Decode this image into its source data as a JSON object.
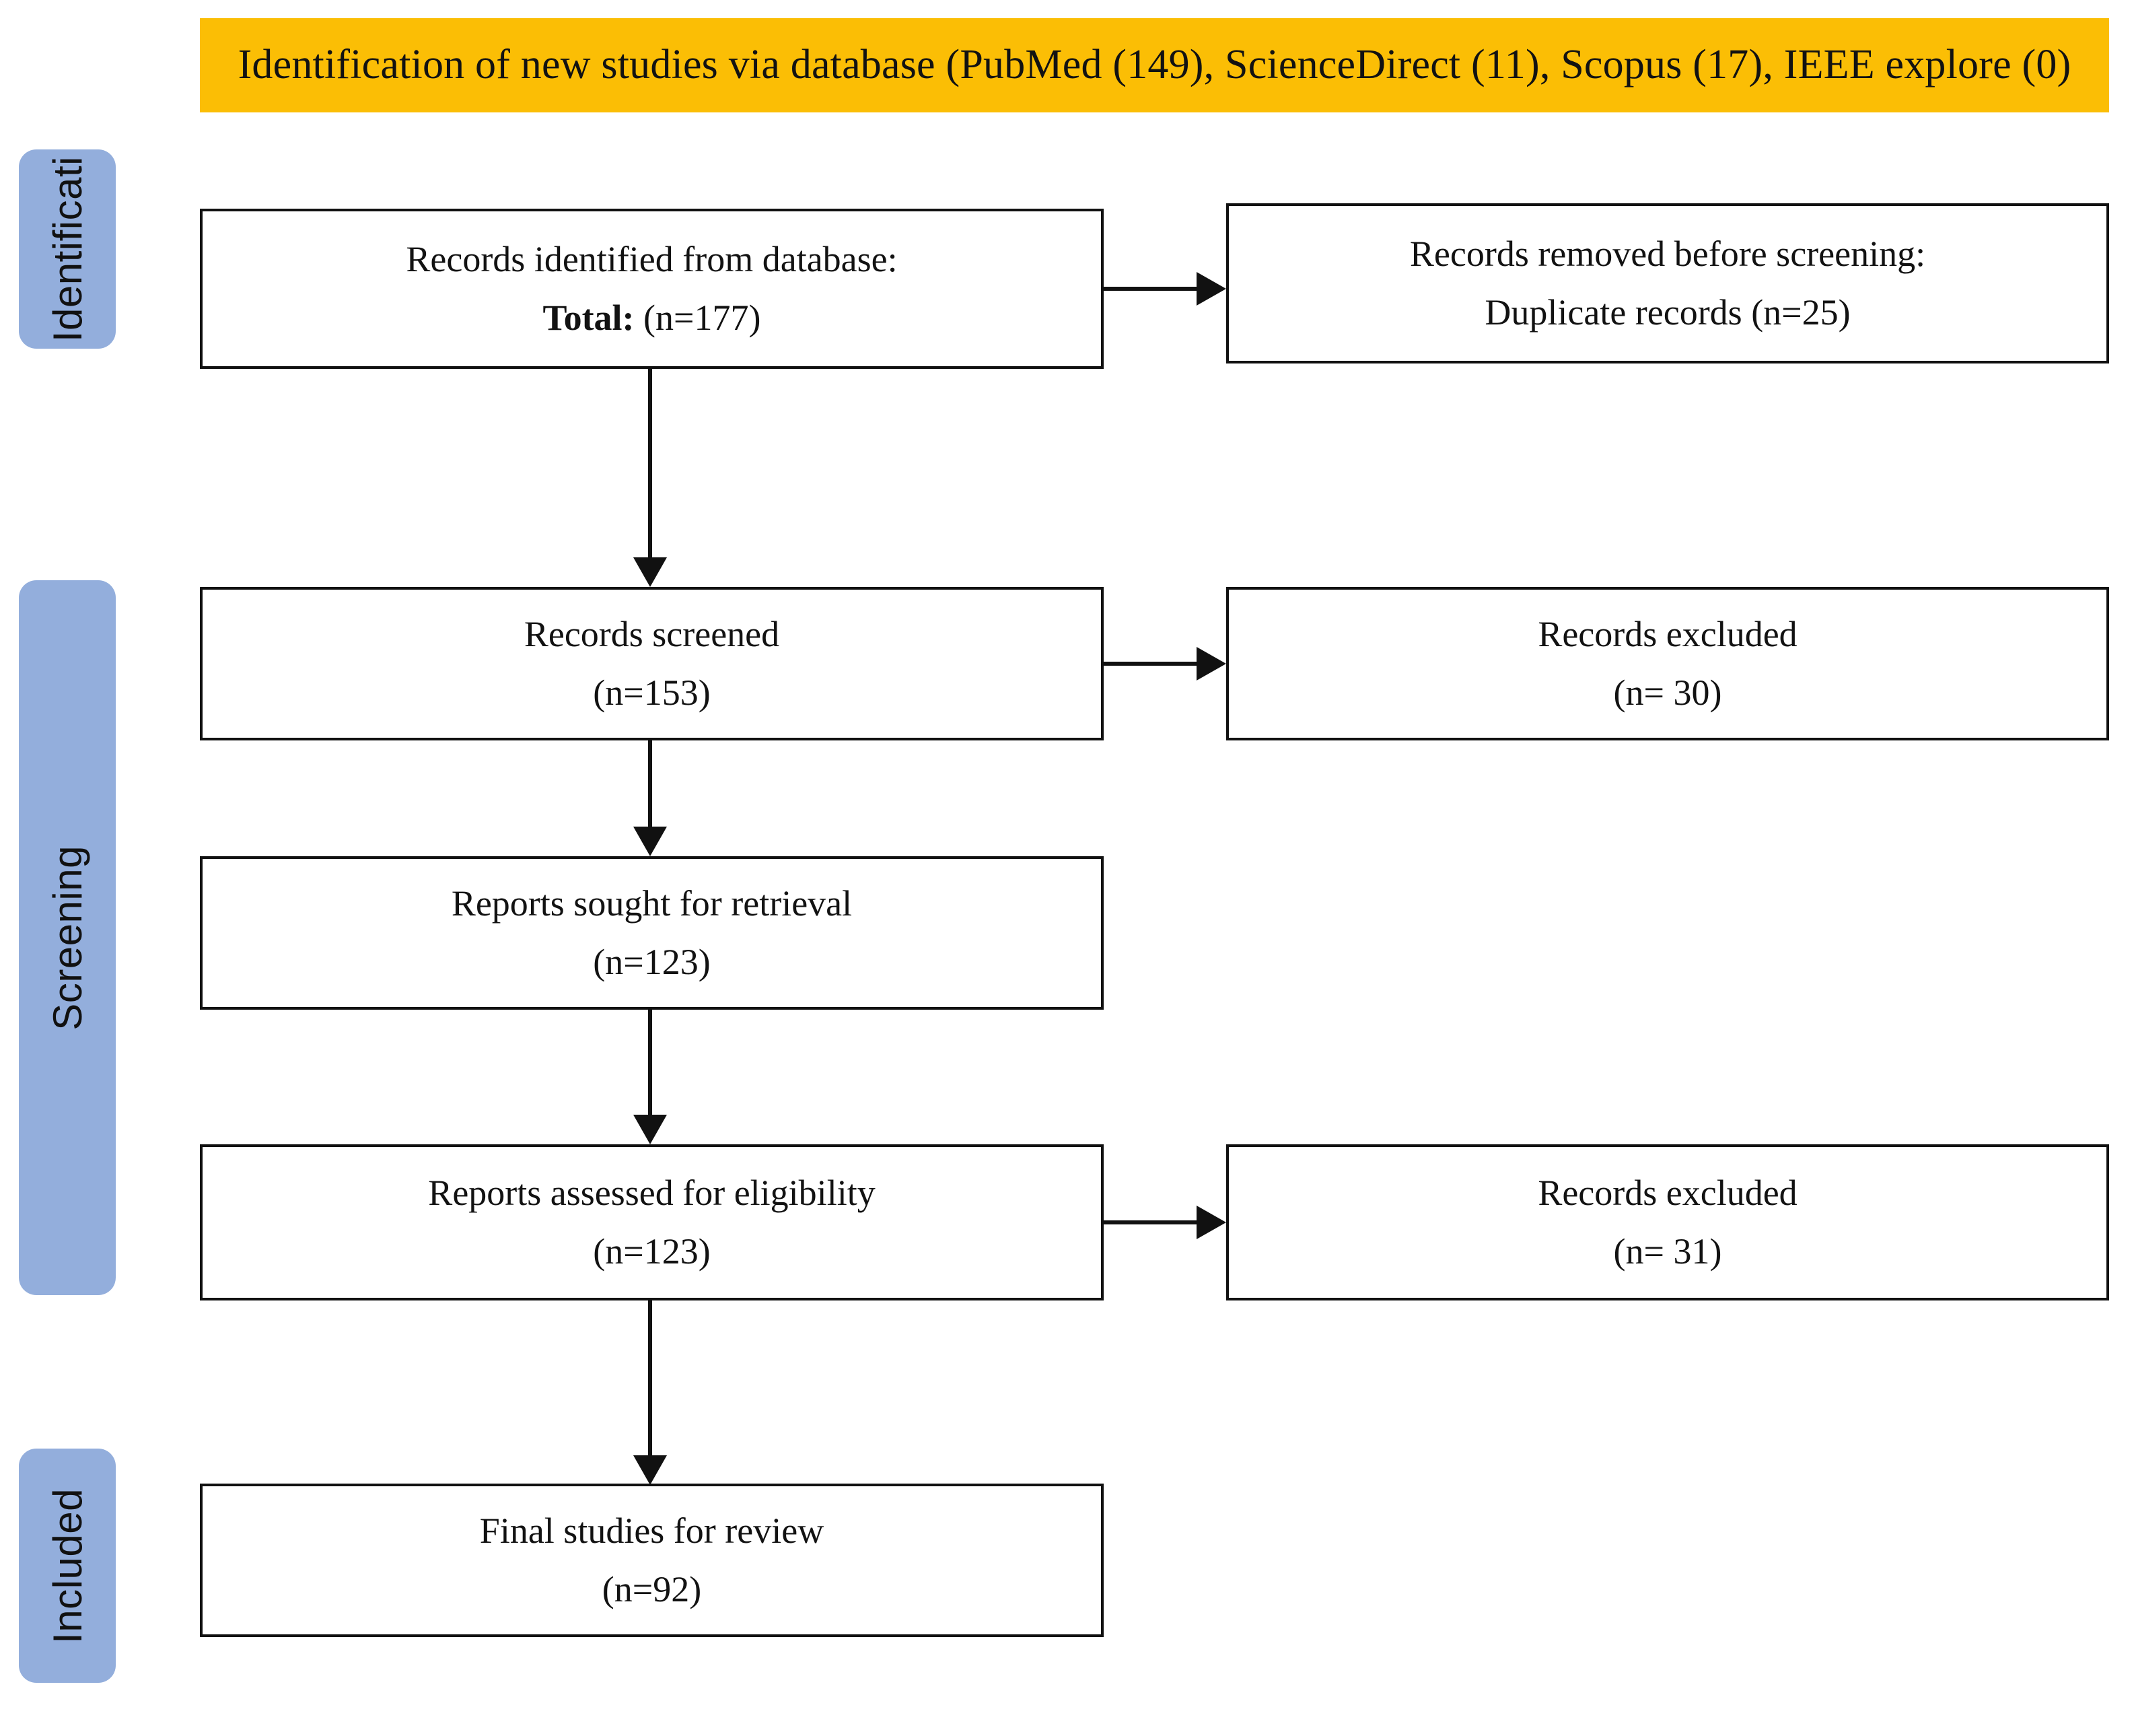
{
  "banner": {
    "title": "Identification of new studies via database (PubMed (149), ScienceDirect (11), Scopus (17), IEEE explore (0)",
    "background_color": "#FBBE05"
  },
  "stage_bars": {
    "color": "#93AEDC",
    "items": [
      {
        "label": "Identificati",
        "name": "identification"
      },
      {
        "label": "Screening",
        "name": "screening"
      },
      {
        "label": "Included",
        "name": "included"
      }
    ]
  },
  "boxes": {
    "identified": {
      "line1": "Records identified from database:",
      "line2_bold": "Total:",
      "line2_rest": " (n=177)"
    },
    "removed": {
      "line1": "Records removed before screening:",
      "line2": "Duplicate records (n=25)"
    },
    "screened": {
      "line1": "Records screened",
      "line2": "(n=153)"
    },
    "excluded_screening": {
      "line1": "Records excluded",
      "line2": "(n= 30)"
    },
    "sought": {
      "line1": "Reports sought for retrieval",
      "line2": "(n=123)"
    },
    "assessed": {
      "line1": "Reports assessed for eligibility",
      "line2": "(n=123)"
    },
    "excluded_eligibility": {
      "line1": "Records excluded",
      "line2": "(n= 31)"
    },
    "final": {
      "line1": "Final studies for review",
      "line2": "(n=92)"
    }
  },
  "chart_data": {
    "type": "diagram",
    "diagram_kind": "PRISMA flow diagram",
    "title": "Identification of new studies via database (PubMed (149), ScienceDirect (11), Scopus (17), IEEE explore (0)",
    "sources": [
      {
        "name": "PubMed",
        "count": 149
      },
      {
        "name": "ScienceDirect",
        "count": 11
      },
      {
        "name": "Scopus",
        "count": 17
      },
      {
        "name": "IEEE explore",
        "count": 0
      }
    ],
    "stages": [
      {
        "stage": "Identification",
        "node": "Records identified from database: Total",
        "n": 177
      },
      {
        "stage": "Identification",
        "node": "Records removed before screening: Duplicate records",
        "n": 25
      },
      {
        "stage": "Screening",
        "node": "Records screened",
        "n": 153
      },
      {
        "stage": "Screening",
        "node": "Records excluded",
        "n": 30
      },
      {
        "stage": "Screening",
        "node": "Reports sought for retrieval",
        "n": 123
      },
      {
        "stage": "Screening",
        "node": "Reports assessed for eligibility",
        "n": 123
      },
      {
        "stage": "Screening",
        "node": "Records excluded",
        "n": 31
      },
      {
        "stage": "Included",
        "node": "Final studies for review",
        "n": 92
      }
    ],
    "edges": [
      {
        "from": "Records identified from database",
        "to": "Records removed before screening",
        "direction": "right"
      },
      {
        "from": "Records identified from database",
        "to": "Records screened",
        "direction": "down"
      },
      {
        "from": "Records screened",
        "to": "Records excluded (n= 30)",
        "direction": "right"
      },
      {
        "from": "Records screened",
        "to": "Reports sought for retrieval",
        "direction": "down"
      },
      {
        "from": "Reports sought for retrieval",
        "to": "Reports assessed for eligibility",
        "direction": "down"
      },
      {
        "from": "Reports assessed for eligibility",
        "to": "Records excluded (n= 31)",
        "direction": "right"
      },
      {
        "from": "Reports assessed for eligibility",
        "to": "Final studies for review",
        "direction": "down"
      }
    ]
  }
}
